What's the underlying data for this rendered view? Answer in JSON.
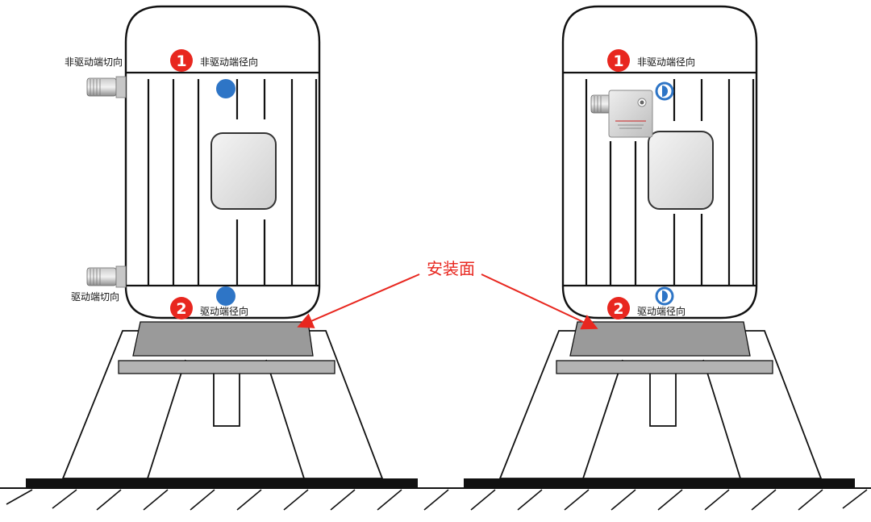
{
  "labels": {
    "non_drive_tangential": "非驱动端切向",
    "drive_tangential": "驱动端切向",
    "non_drive_radial": "非驱动端径向",
    "drive_radial": "驱动端径向",
    "mount_surface": "安装面"
  },
  "markers": {
    "one": "1",
    "two": "2"
  },
  "colors": {
    "outline": "#111111",
    "marker_red": "#e8271f",
    "callout_red": "#e8271f",
    "sensor_blue": "#2e75c6",
    "plate_gray": "#9a9a9a",
    "plate_light": "#b5b5b5",
    "box_gray": "#e8e8e8"
  }
}
